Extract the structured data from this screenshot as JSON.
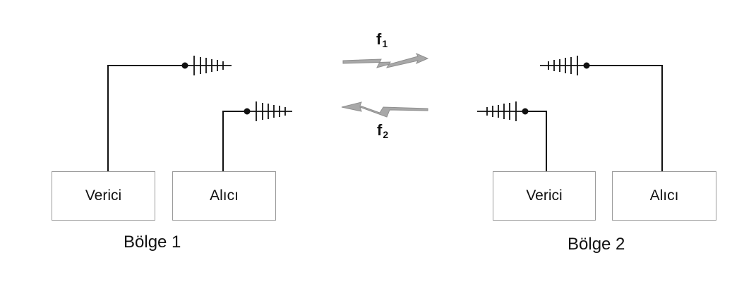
{
  "regions": [
    {
      "label": "Bölge 1",
      "transmitter_label": "Verici",
      "receiver_label": "Alıcı"
    },
    {
      "label": "Bölge 2",
      "transmitter_label": "Verici",
      "receiver_label": "Alıcı"
    }
  ],
  "links": [
    {
      "symbol": "f",
      "index": "1",
      "direction": "Bölge 1 → Bölge 2"
    },
    {
      "symbol": "f",
      "index": "2",
      "direction": "Bölge 2 → Bölge 1"
    }
  ],
  "colors": {
    "line": "#111111",
    "box_border": "#9a9a9a",
    "signal_arrow": "#a8a8a8"
  }
}
